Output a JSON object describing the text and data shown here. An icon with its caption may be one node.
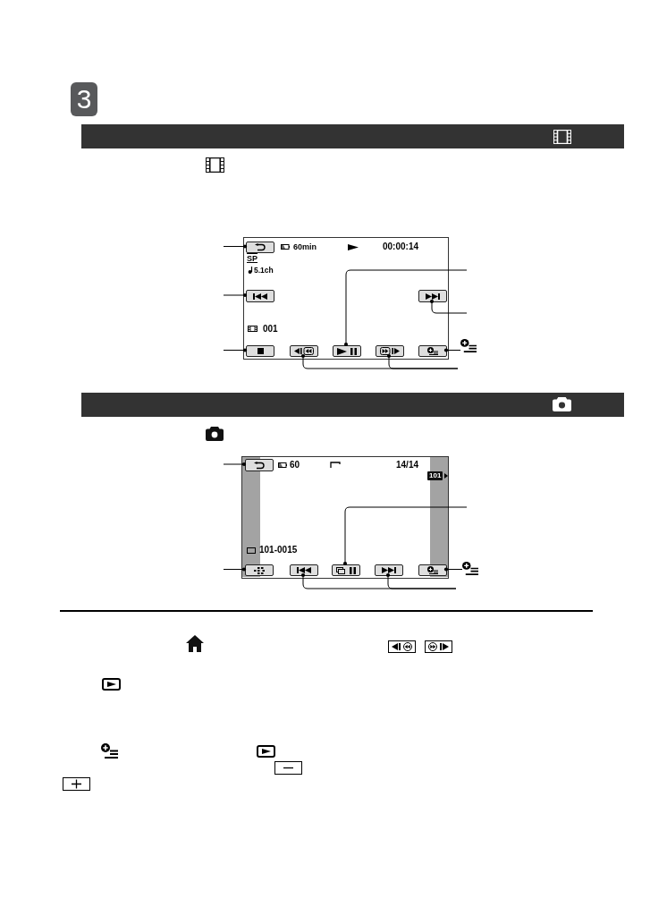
{
  "diagram": {
    "nodes": [
      {
        "text": [
          "3"
        ]
      },
      {
        "text": [
          "60min",
          "00:00:14",
          "SP",
          "5.1ch",
          "001"
        ]
      },
      {
        "text": [],
        "shape": "box",
        "in": 1
      },
      {
        "text": [],
        "shape": "box",
        "in": 1
      },
      {
        "text": [],
        "shape": "box",
        "in": 1
      },
      {
        "text": [],
        "shape": "box",
        "in": 1
      },
      {
        "text": [],
        "shape": "box",
        "in": 1
      },
      {
        "text": [],
        "shape": "box",
        "in": 1
      },
      {
        "text": [],
        "shape": "box",
        "in": 1
      },
      {
        "text": [],
        "shape": "box",
        "in": 1
      },
      {
        "text": [],
        "shape": "picture"
      },
      {
        "text": [
          "60",
          "14/14",
          "101",
          "101-0015"
        ]
      },
      {
        "text": [],
        "shape": "box",
        "in": 11
      },
      {
        "text": [],
        "shape": "box",
        "in": 11
      },
      {
        "text": [],
        "shape": "box",
        "in": 11
      },
      {
        "text": [],
        "shape": "box",
        "in": 11
      },
      {
        "text": [],
        "shape": "box",
        "in": 11
      },
      {
        "text": [],
        "shape": "box",
        "in": 11
      },
      {
        "text": [],
        "shape": "picture"
      }
    ],
    "edges": [
      {
        "from": null,
        "to": 2,
        "arrow": "other"
      },
      {
        "from": null,
        "to": 3,
        "arrow": "other"
      },
      {
        "from": null,
        "to": 5,
        "arrow": "other"
      },
      {
        "from": null,
        "to": 7,
        "arrow": "other"
      },
      {
        "from": null,
        "to": 4,
        "arrow": "other"
      },
      {
        "from": 10,
        "to": 9,
        "arrow": "other"
      },
      {
        "from": null,
        "to": 6,
        "arrow": "other"
      },
      {
        "from": null,
        "to": 8,
        "arrow": "other"
      },
      {
        "from": null,
        "to": 12,
        "arrow": "other"
      },
      {
        "from": null,
        "to": 13,
        "arrow": "other"
      },
      {
        "from": null,
        "to": 15,
        "arrow": "other"
      },
      {
        "from": 18,
        "to": 17,
        "arrow": "other"
      },
      {
        "from": null,
        "to": 14,
        "arrow": "other"
      },
      {
        "from": null,
        "to": 16,
        "arrow": "other"
      }
    ]
  }
}
